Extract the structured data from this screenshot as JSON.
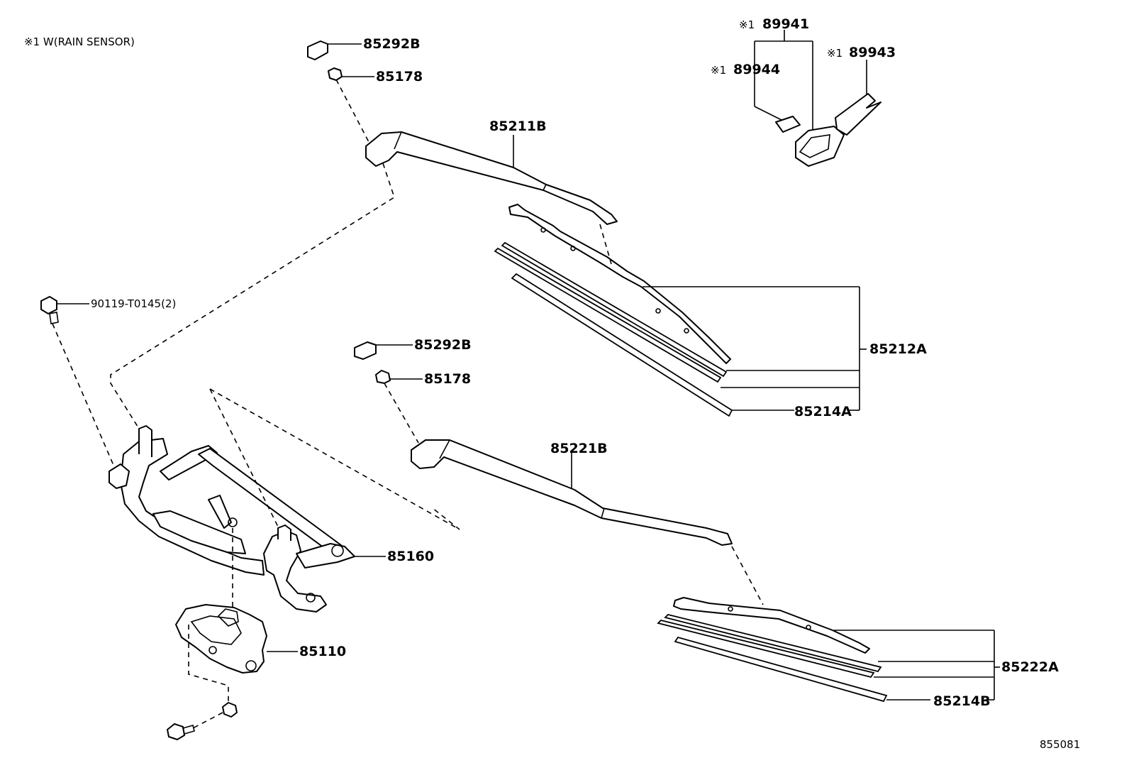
{
  "note": "※1 W(RAIN SENSOR)",
  "diagram_ref": "855081",
  "parts": {
    "cap_upper": "85292B",
    "nut_upper": "85178",
    "arm_front_right": "85211B",
    "rain_sensor_cover": "89941",
    "rain_sensor_bracket": "89943",
    "rain_sensor_tape": "89944",
    "rain_sensor_mark": "※1",
    "blade_assy_right": "85212A",
    "rubber_right": "85214A",
    "bolt": "90119-T0145(2)",
    "cap_lower": "85292B",
    "nut_lower": "85178",
    "arm_front_left": "85221B",
    "link_assy": "85160",
    "motor_assy": "85110",
    "blade_assy_left": "85222A",
    "rubber_left": "85214B"
  }
}
